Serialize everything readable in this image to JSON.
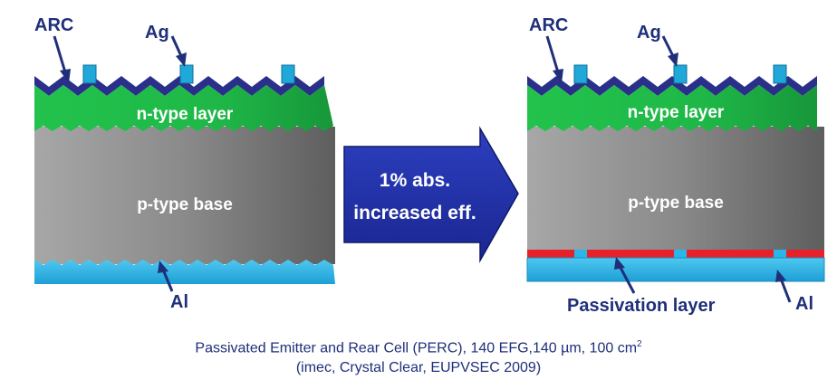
{
  "left_cell": {
    "arc_label": "ARC",
    "ag_label": "Ag",
    "n_layer_label": "n-type layer",
    "p_base_label": "p-type base",
    "al_label": "Al"
  },
  "arrow": {
    "line1": "1% abs.",
    "line2": "increased eff."
  },
  "right_cell": {
    "arc_label": "ARC",
    "ag_label": "Ag",
    "n_layer_label": "n-type layer",
    "p_base_label": "p-type base",
    "passivation_label": "Passivation layer",
    "al_label": "Al"
  },
  "caption": {
    "line1_main": "Passivated Emitter and Rear Cell (PERC), 140 EFG,140 µm, 100 cm",
    "line1_sup": "2",
    "line2": "(imec, Crystal Clear, EUPVSEC 2009)"
  },
  "colors": {
    "arc": "#2a2f8a",
    "ag": "#1fa8d8",
    "n_layer": "#1fbf4a",
    "p_base": "#8c8c8c",
    "al": "#29b6e8",
    "passivation": "#e8202a",
    "arrow": "#2233aa",
    "label_text": "#1f2f7a"
  }
}
